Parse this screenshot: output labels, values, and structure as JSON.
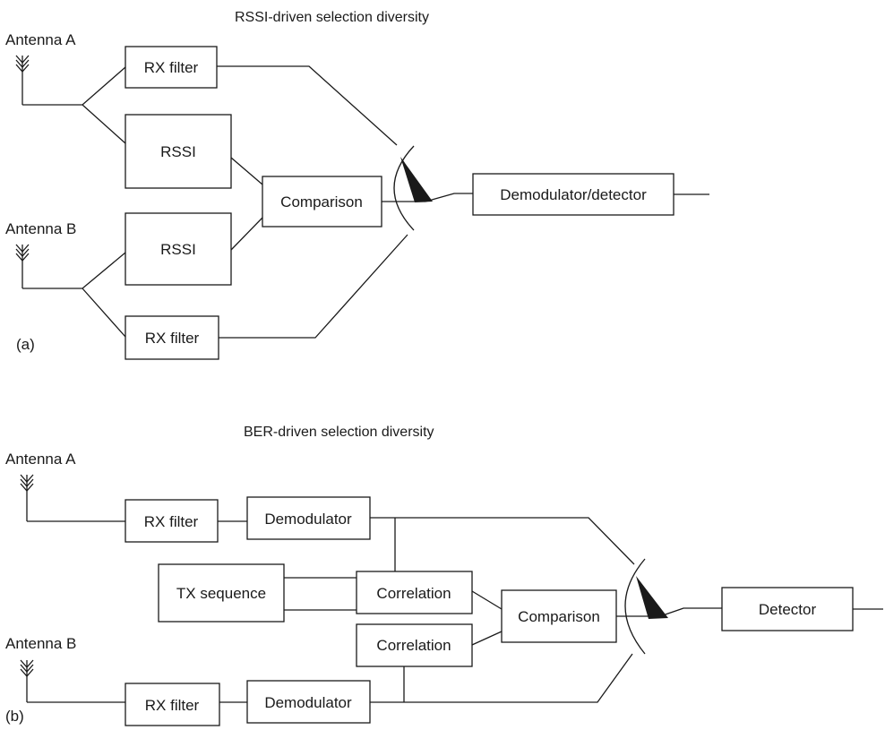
{
  "panel_a": {
    "title": "RSSI-driven selection diversity",
    "label": "(a)",
    "antenna_a": "Antenna A",
    "antenna_b": "Antenna B",
    "rx_filter_a": "RX filter",
    "rssi_a": "RSSI",
    "rssi_b": "RSSI",
    "rx_filter_b": "RX filter",
    "comparison": "Comparison",
    "demodulator_detector": "Demodulator/detector"
  },
  "panel_b": {
    "title": "BER-driven selection diversity",
    "label": "(b)",
    "antenna_a": "Antenna A",
    "antenna_b": "Antenna B",
    "rx_filter_a": "RX filter",
    "demodulator_a": "Demodulator",
    "tx_sequence": "TX sequence",
    "correlation_a": "Correlation",
    "correlation_b": "Correlation",
    "comparison": "Comparison",
    "detector": "Detector",
    "rx_filter_b": "RX filter",
    "demodulator_b": "Demodulator"
  }
}
